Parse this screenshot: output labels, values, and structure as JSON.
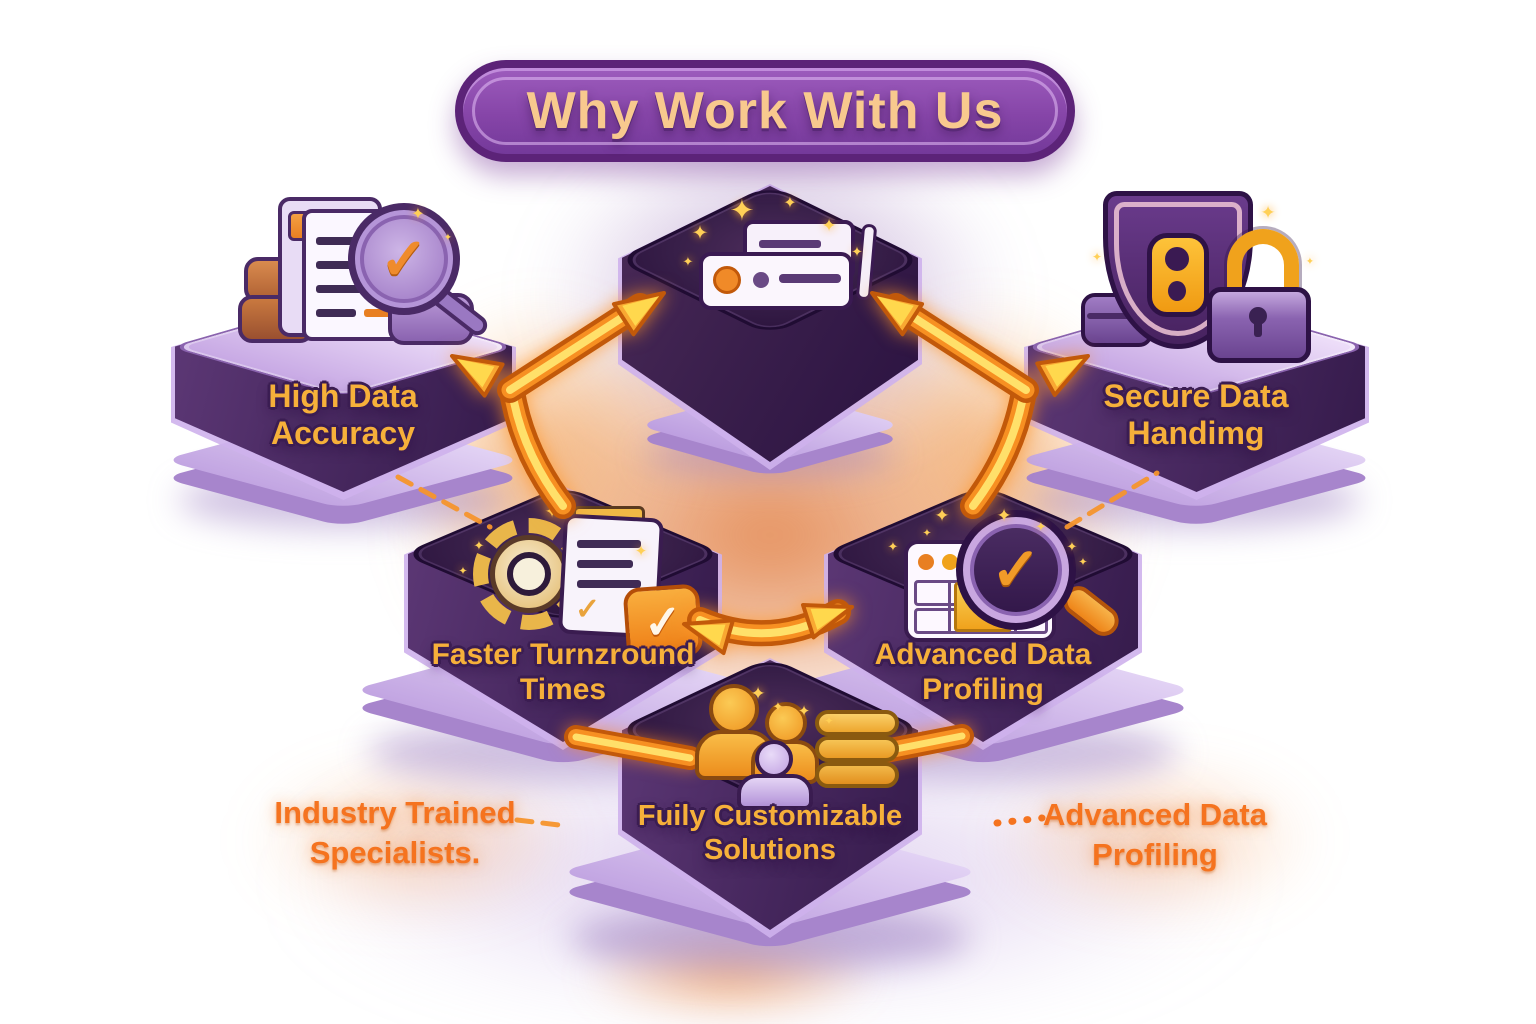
{
  "title": "Why Work With Us",
  "blocks": {
    "process": {
      "label": "",
      "icon": "documents-sparkles-icon"
    },
    "accuracy": {
      "line1": "High Data",
      "line2": "Accuracy",
      "icon": "documents-magnifier-check-icon"
    },
    "secure": {
      "line1": "Secure Data",
      "line2": "Handimg",
      "icon": "shield-padlock-icon"
    },
    "turnaround": {
      "line1": "Faster Turnzround",
      "line2": "Times",
      "icon": "gear-checklist-icon"
    },
    "profiling": {
      "line1": "Advanced Data",
      "line2": "Profiling",
      "icon": "data-table-magnifier-icon"
    },
    "customizable": {
      "line1": "Fuily Customizable",
      "line2": "Solutions",
      "icon": "people-coins-icon"
    }
  },
  "captions": {
    "left": {
      "line1": "Industry Trained",
      "line2": "Specialists."
    },
    "right": {
      "line1": "Advanced Data",
      "line2": "Profiling"
    }
  },
  "decor": {
    "sparkle": "✦",
    "check": "✓"
  },
  "colors": {
    "gold_label": "#F6B03A",
    "orange_caption": "#F5731F",
    "banner_purple": "#8D4BAE",
    "banner_edge": "#5C2378",
    "block_purple": "#4A2A62",
    "top_face_dark": "#39204A",
    "platform_lavender": "#CDB4E8",
    "arrow_orange": "#F79022",
    "arrow_yellow": "#FFD84D",
    "arrow_edge": "#C2590A",
    "title_text": "#F8C98E"
  }
}
